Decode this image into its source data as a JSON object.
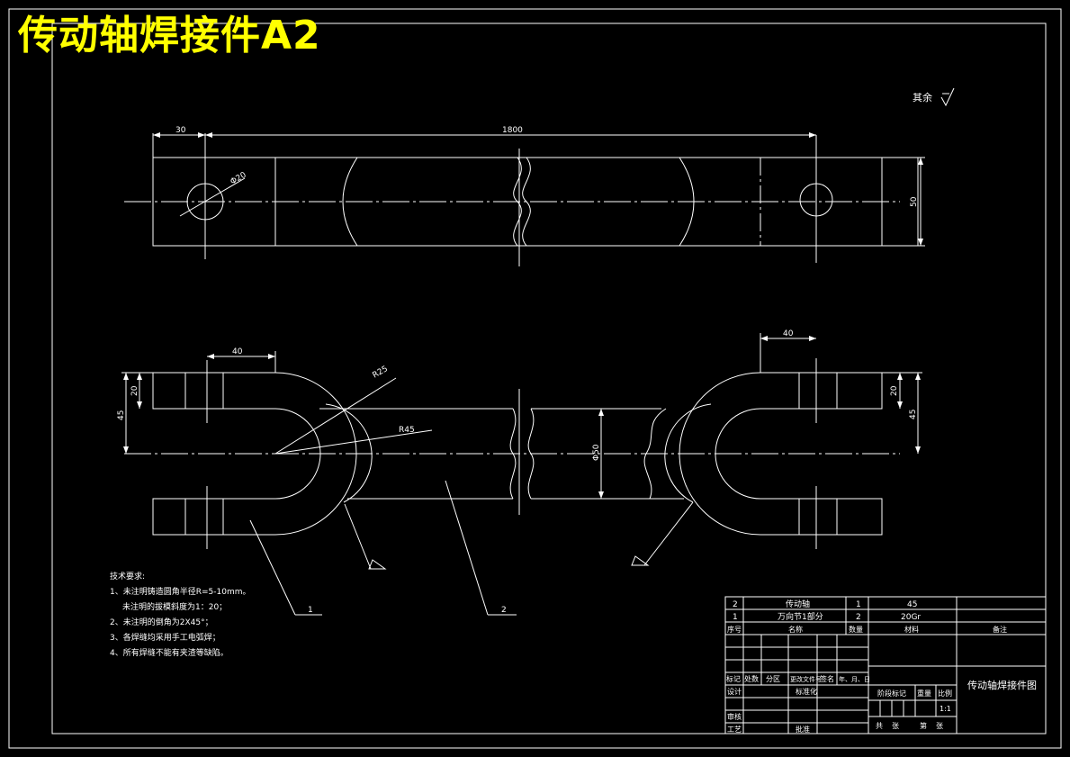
{
  "title": "传动轴焊接件A2",
  "remark": "其余",
  "dimensions": {
    "d30": "30",
    "d1800": "1800",
    "dia20": "Φ20",
    "d50_top": "50",
    "d40_left": "40",
    "d40_right": "40",
    "r25": "R25",
    "r45": "R45",
    "d20_left": "20",
    "d45_left": "45",
    "d20_right": "20",
    "d45_right": "45",
    "dia50": "Φ50"
  },
  "balloons": {
    "b1": "1",
    "b2": "2"
  },
  "tech_notes": {
    "heading": "技术要求:",
    "lines": [
      "1、未注明铸造圆角半径R=5-10mm。",
      "未注明的拔模斜度为1：20；",
      "2、未注明的倒角为2X45°；",
      "3、各焊缝均采用手工电弧焊；",
      "4、所有焊缝不能有夹渣等缺陷。"
    ]
  },
  "bom": {
    "rows": [
      {
        "no": "2",
        "name": "传动轴",
        "qty": "1",
        "material": "45"
      },
      {
        "no": "1",
        "name": "万向节1部分",
        "qty": "2",
        "material": "20Gr"
      }
    ],
    "header": {
      "no": "序号",
      "name": "名称",
      "qty": "数量",
      "material": "材料",
      "note": "备注"
    }
  },
  "title_block": {
    "drawing_name": "传动轴焊接件图",
    "mark": "标记",
    "count": "处数",
    "zone": "分区",
    "change_doc": "更改文件号",
    "sign": "签名",
    "date": "年、月、日",
    "design": "设计",
    "standard": "标准化",
    "stage": "阶段标记",
    "weight": "重量",
    "scale": "比例",
    "scale_val": "1:1",
    "check": "审核",
    "process": "工艺",
    "approve": "批准",
    "total": "共",
    "sheet_total": "张",
    "page": "第",
    "sheet": "张"
  }
}
